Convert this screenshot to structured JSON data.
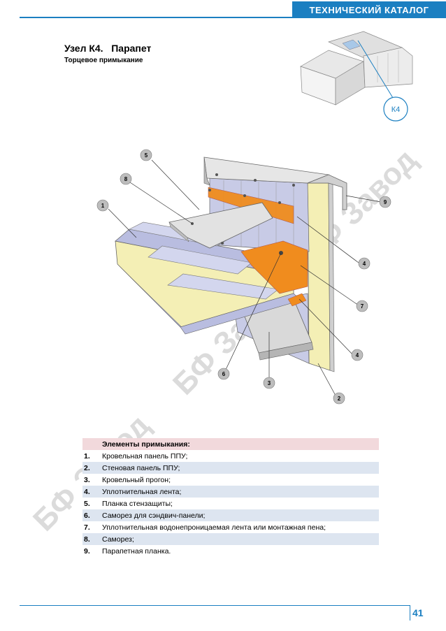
{
  "header": {
    "catalog_title": "ТЕХНИЧЕСКИЙ КАТАЛОГ"
  },
  "title": "Узел К4.   Парапет",
  "subtitle": "Торцевое примыкание",
  "watermark": "БФ Завод",
  "inset": {
    "label": "К4"
  },
  "callouts": [
    "1",
    "2",
    "3",
    "4",
    "4",
    "5",
    "6",
    "7",
    "8",
    "9"
  ],
  "legend": {
    "heading": "Элементы примыкания:",
    "items": [
      {
        "num": "1.",
        "text": "Кровельная панель ППУ;"
      },
      {
        "num": "2.",
        "text": "Стеновая панель ППУ;"
      },
      {
        "num": "3.",
        "text": "Кровельный прогон;"
      },
      {
        "num": "4.",
        "text": "Уплотнительная лента;"
      },
      {
        "num": "5.",
        "text": "Планка стензащиты;"
      },
      {
        "num": "6.",
        "text": "Саморез для сэндвич-панели;"
      },
      {
        "num": "7.",
        "text": "Уплотнительная водонепроницаемая лента или монтажная пена;"
      },
      {
        "num": "8.",
        "text": "Саморез;"
      },
      {
        "num": "9.",
        "text": "Парапетная планка."
      }
    ]
  },
  "footer": {
    "page_number": "41"
  },
  "colors": {
    "brand_blue": "#1b7fc1",
    "foam_yellow": "#f4efb5",
    "panel_blue": "#b9bde0",
    "seal_orange": "#f08c1e"
  }
}
